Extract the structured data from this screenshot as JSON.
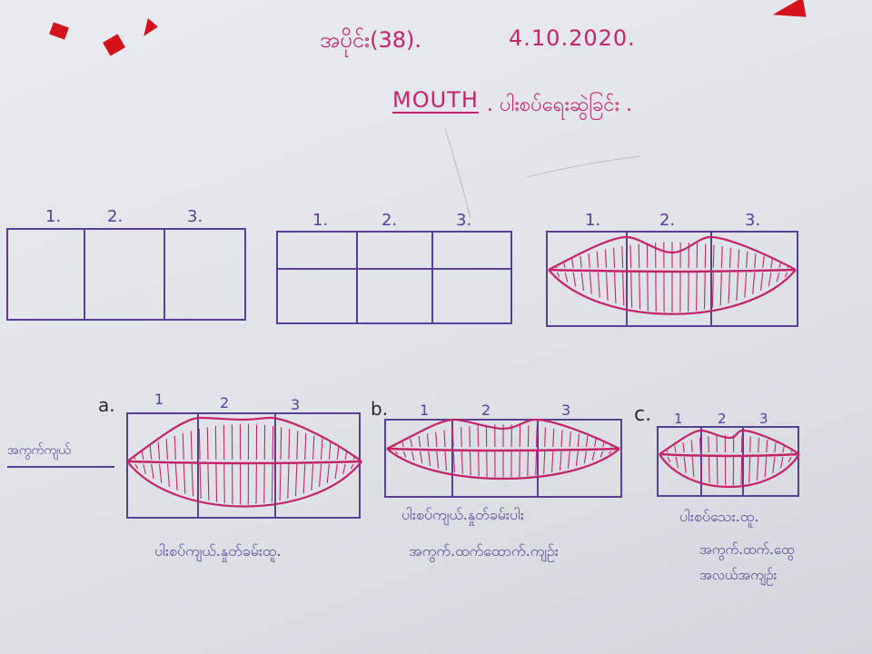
{
  "header": {
    "lesson": "အပိုင်း(38).",
    "date": "4.10.2020."
  },
  "title": {
    "word": "MOUTH",
    "subtitle": ". ပါးစပ်ရေးဆွဲခြင်း ."
  },
  "top_row": {
    "grid1_labels": [
      "1.",
      "2.",
      "3."
    ],
    "grid2_labels": [
      "1.",
      "2.",
      "3."
    ],
    "grid3_labels": [
      "1.",
      "2.",
      "3."
    ]
  },
  "side_label": "အကွက်ကျယ်",
  "examples": [
    {
      "letter": "a.",
      "labels": [
        "1",
        "2",
        "3"
      ],
      "caption_lines": [
        "ပါးစပ်ကျယ်.နှုတ်ခမ်းထူ."
      ]
    },
    {
      "letter": "b.",
      "labels": [
        "1",
        "2",
        "3"
      ],
      "caption_lines": [
        "ပါးစပ်ကျယ်.နှုတ်ခမ်းပါး",
        "အကွက်.ထက်ထောက်.ကျဉ်း"
      ]
    },
    {
      "letter": "c.",
      "labels": [
        "1",
        "2",
        "3"
      ],
      "caption_lines": [
        "ပါးစပ်သေး.ထူ.",
        "အကွက်.ထက်.ထွေ",
        "အလယ်အကျဉ်း"
      ]
    }
  ],
  "colors": {
    "ink_red": "#c4246a",
    "ink_purple": "#5a3f96",
    "confetti": "#d4121c",
    "paper": "#e4e6ea"
  }
}
